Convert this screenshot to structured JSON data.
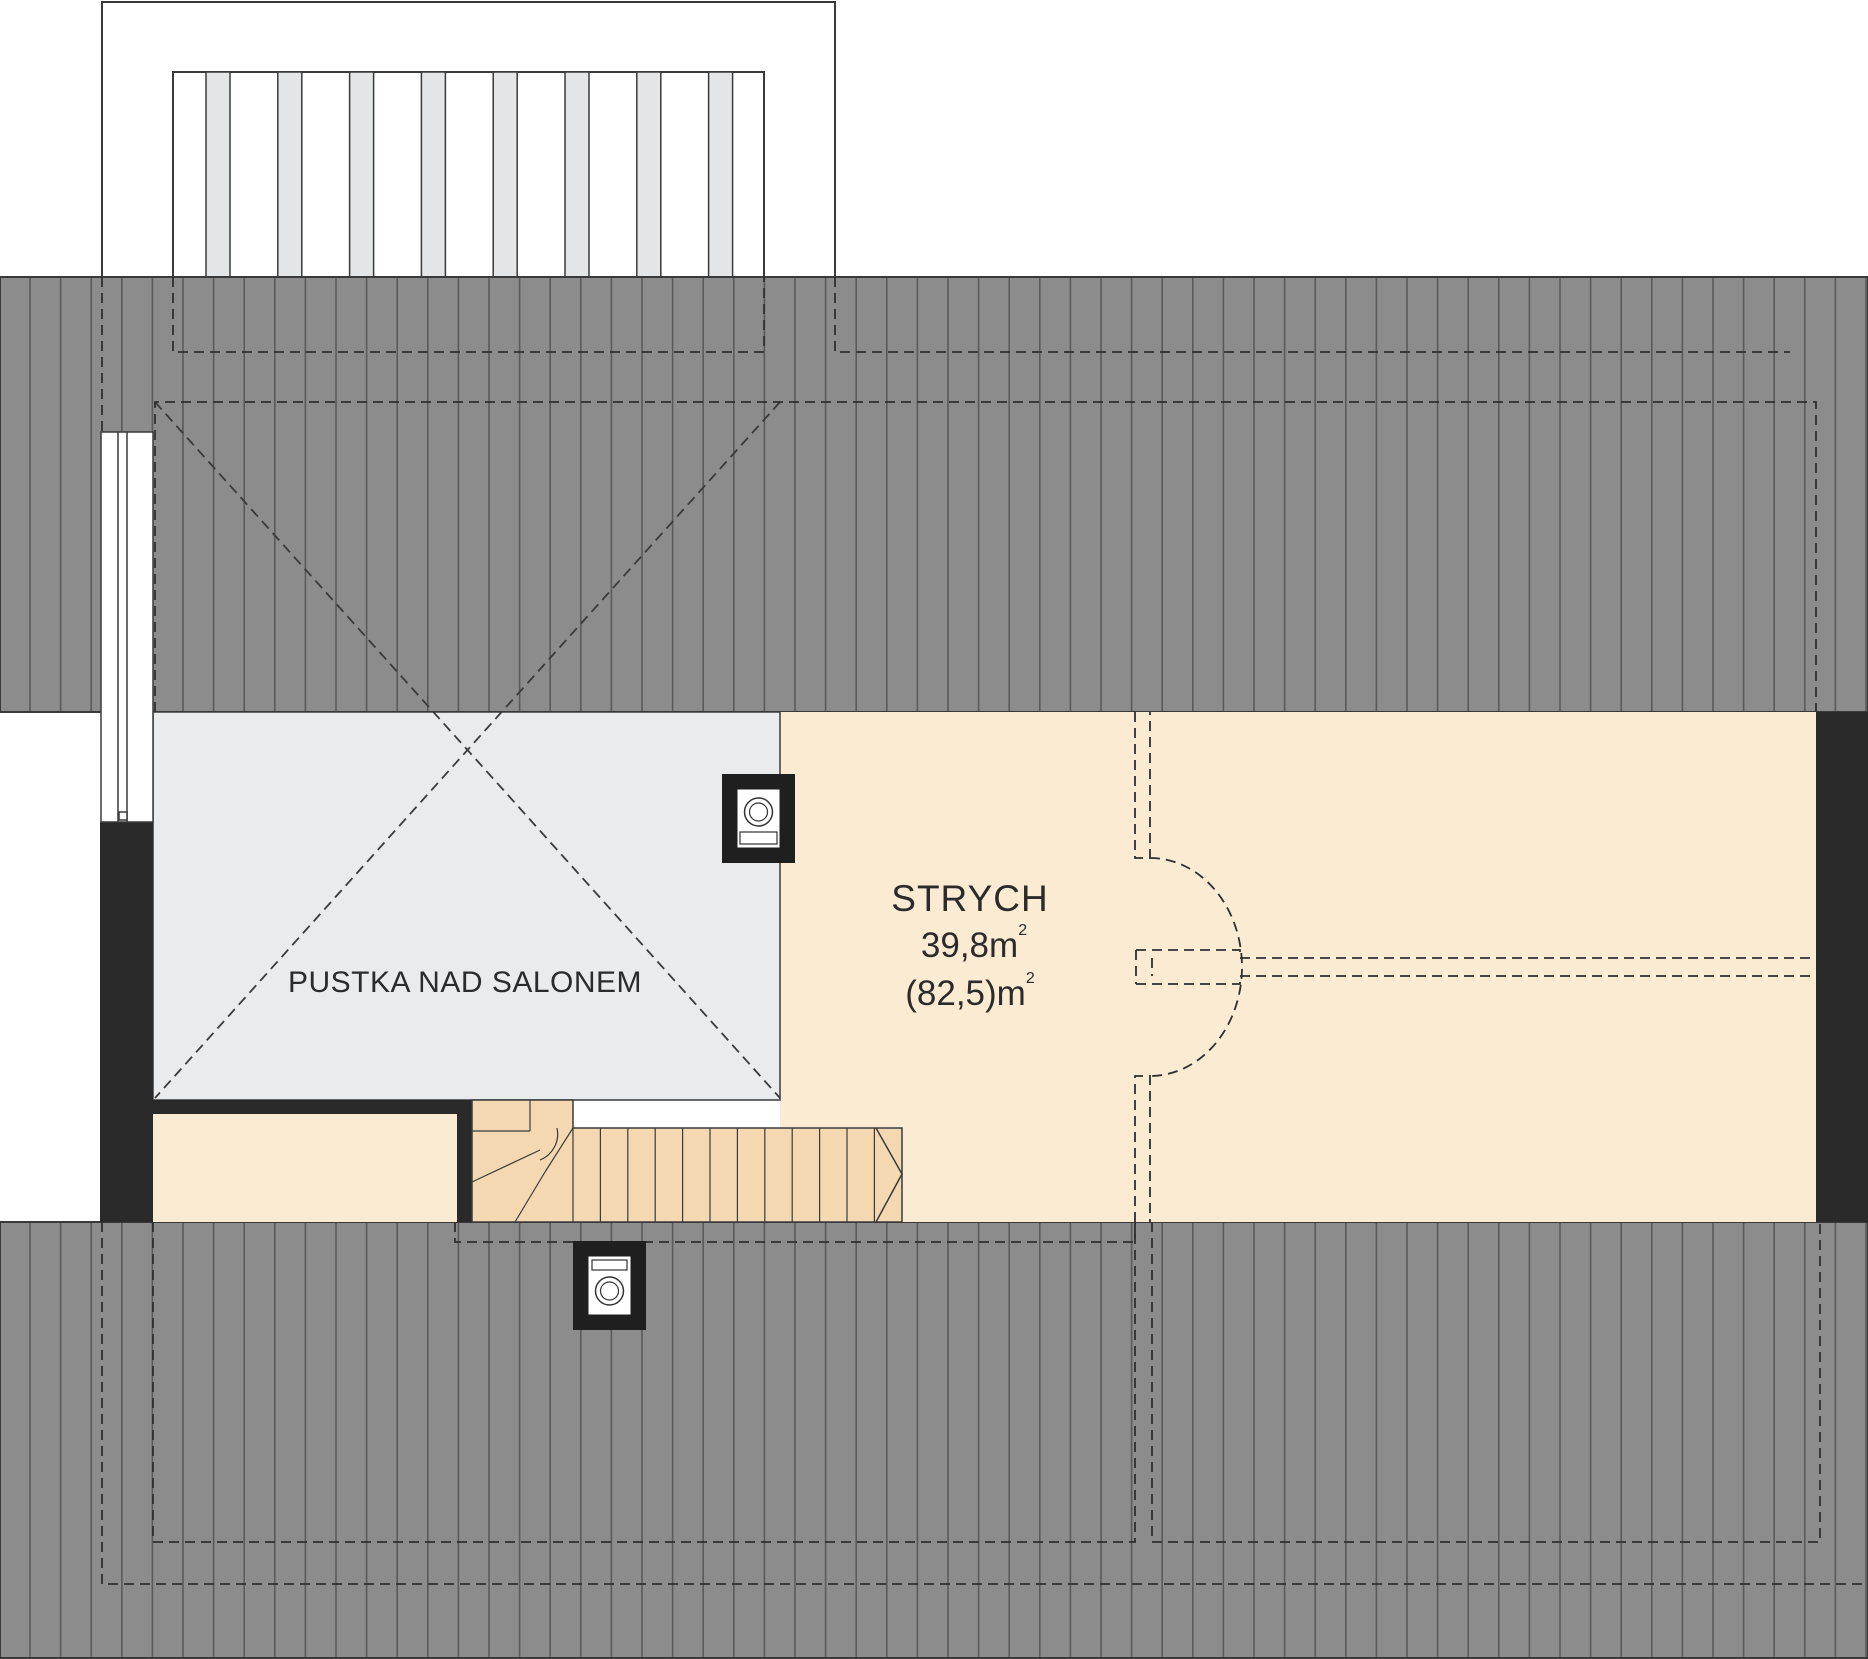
{
  "rooms": {
    "void": {
      "label": "PUSTKA NAD SALONEM"
    },
    "attic": {
      "name": "STRYCH",
      "area": "39,8m",
      "area_total": "(82,5)m",
      "unit_exponent": "2"
    }
  },
  "colors": {
    "roof": "#8c8c8c",
    "roof_line": "#5a5a5a",
    "wall": "#2a2a2a",
    "attic_floor": "#fcebd3",
    "void_floor": "#e9ebec",
    "stairs": "#f3d8b1",
    "balcony_slat": "#e3e5e6"
  }
}
